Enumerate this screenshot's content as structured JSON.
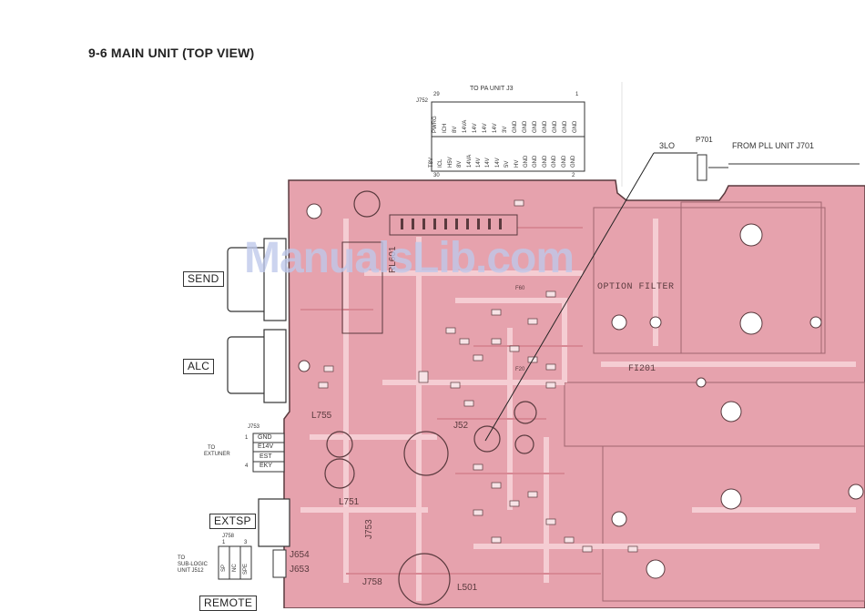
{
  "page": {
    "title": "9-6 MAIN UNIT (TOP VIEW)"
  },
  "watermark": "ManualsLib.com",
  "colors": {
    "board": "#e6a2ad",
    "board_dark": "#c9707f",
    "trace": "#f2c3ca",
    "ink": "#3a3a3a"
  },
  "j752": {
    "ref": "J752",
    "header": "TO PA UNIT J3",
    "pin_top_left": "29",
    "pin_top_right": "1",
    "pin_bottom_left": "30",
    "pin_bottom_right": "2",
    "top_row": [
      "PWRG",
      "ICH",
      "8V",
      "14VA",
      "14V",
      "14V",
      "14V",
      "3V",
      "GND",
      "GND",
      "GND",
      "GND",
      "GND",
      "GND",
      "GND"
    ],
    "bottom_row": [
      "T8V",
      "ICL",
      "H5V",
      "8V",
      "14VA",
      "14V",
      "14V",
      "14V",
      "5V",
      "HV",
      "GND",
      "GND",
      "GND",
      "GND",
      "GND",
      "GND"
    ]
  },
  "p701": {
    "net": "3LO",
    "ref": "P701",
    "label": "FROM PLL UNIT J701"
  },
  "side_labels": {
    "send": "SEND",
    "alc": "ALC",
    "extsp": "EXTSP",
    "remote": "REMOTE"
  },
  "j753": {
    "ref": "J753",
    "to": "TO",
    "dest": "EXTUNER",
    "pin_first": "1",
    "pin_last": "4",
    "pins": [
      "GND",
      "E14V",
      "EST",
      "EKY"
    ]
  },
  "j758": {
    "ref": "J758",
    "to": "TO",
    "dest_line1": "SUB-LOGIC",
    "dest_line2": "UNIT J512",
    "pin_first": "1",
    "pin_last": "3",
    "pins": [
      "SP",
      "NC",
      "SPE"
    ]
  },
  "board_refs": {
    "option_filter": "OPTION FILTER",
    "fi201": "FI201",
    "rl601": "RL601",
    "l755": "L755",
    "j752b": "J52",
    "l751": "L751",
    "j753b": "J753",
    "j654": "J654",
    "j653": "J653",
    "j758b": "J758",
    "l501": "L501",
    "f20": "F20",
    "f60": "F60"
  }
}
